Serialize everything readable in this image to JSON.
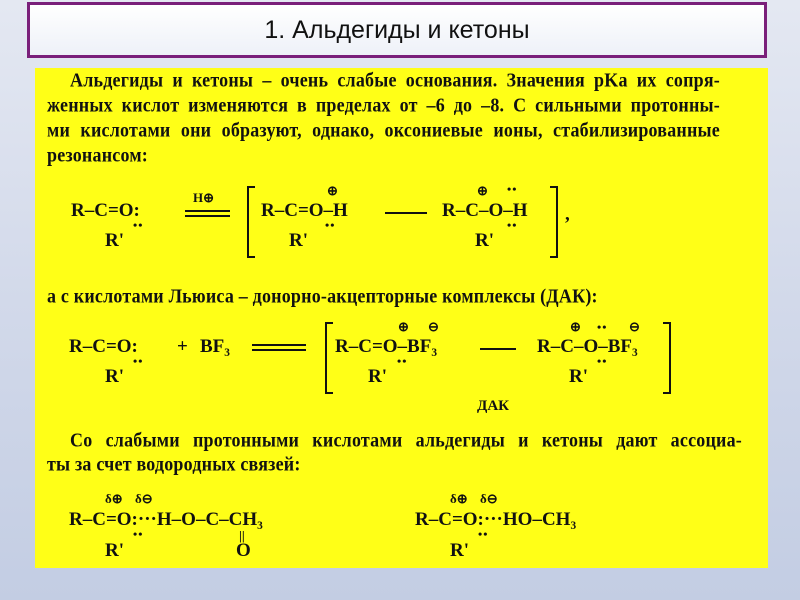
{
  "title": "1. Альдегиды и кетоны",
  "para1": [
    "Альдегиды и кетоны – очень слабые основания. Значения pKa их сопря-",
    "женных кислот изменяются в пределах от –6 до –8. С сильными протонны-",
    "ми кислотами они образуют, однако, оксониевые ионы, стабилизированные",
    "резонансом:"
  ],
  "reaction1": {
    "reactant": "R–C=O:",
    "substituent": "R'",
    "reagent": "H⊕",
    "res_a": "R–C=O–H",
    "res_a_charge": "⊕",
    "res_a_sub": "R'",
    "res_b": "R–C–O–H",
    "res_b_charge": "⊕",
    "res_b_sub": "R'",
    "comma": ",",
    "lone_pair": "••"
  },
  "para2": "а с кислотами Льюиса – донорно-акцепторные комплексы (ДАК):",
  "reaction2": {
    "reactant": "R–C=O:",
    "substituent": "R'",
    "plus": "+",
    "reagent": "BF₃",
    "res_a": "R–C=O–BF₃",
    "res_a_charge_o": "⊕",
    "res_a_charge_b": "⊖",
    "res_a_sub": "R'",
    "res_b": "R–C–O–BF₃",
    "res_b_charge_c": "⊕",
    "res_b_charge_b": "⊖",
    "res_b_sub": "R'",
    "label": "ДАК",
    "lone_pair": "••"
  },
  "para3": [
    "Со слабыми протонными кислотами альдегиды и кетоны дают ассоциа-",
    "ты за счет водородных связей:"
  ],
  "assoc1": {
    "formula": "R–C=O:···H–O–C–CH₃",
    "delta_c": "δ⊕",
    "delta_o": "δ⊖",
    "sub": "R'",
    "carbonyl_o": "O",
    "double_bond": "||",
    "lone_pair": "••"
  },
  "assoc2": {
    "formula": "R–C=O:···HO–CH₃",
    "delta_c": "δ⊕",
    "delta_o": "δ⊖",
    "sub": "R'",
    "lone_pair": "••"
  }
}
